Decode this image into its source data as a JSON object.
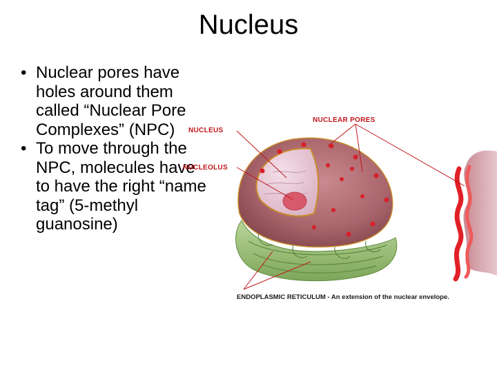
{
  "slide": {
    "title": "Nucleus",
    "bullets": [
      "Nuclear pores have holes around them called “Nuclear Pore Complexes” (NPC)",
      "To move through the NPC, molecules have to have the right “name tag” (5-methyl guanosine)"
    ]
  },
  "figure": {
    "labels": {
      "nuclear_pores": "NUCLEAR PORES",
      "nucleus": "NUCLEUS",
      "nucleolus": "NUCLEOLUS",
      "er_caption": "ENDOPLASMIC RETICULUM - An extension of the nuclear envelope."
    }
  }
}
